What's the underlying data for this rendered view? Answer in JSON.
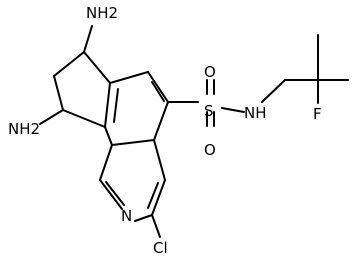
{
  "molecule": {
    "atoms": {
      "nh2_top": "NH2",
      "nh2_left": "NH2",
      "sulfur": "S",
      "oxygen_top": "O",
      "oxygen_bottom": "O",
      "sulfonamide_nh": "NH",
      "fluorine": "F",
      "ring_nitrogen": "N",
      "chlorine": "Cl"
    }
  }
}
